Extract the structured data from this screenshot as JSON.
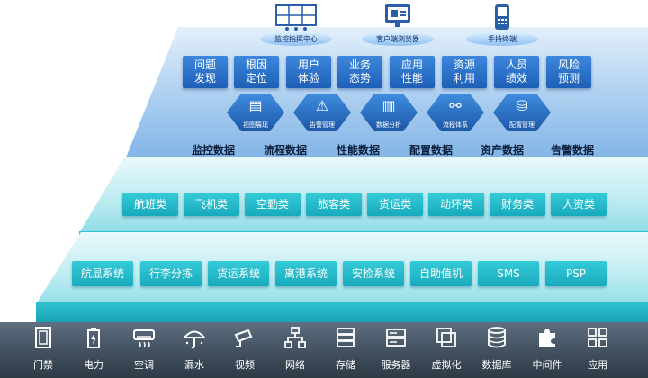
{
  "top_apps": [
    {
      "label": "监控指挥中心",
      "icon": "monitoring-screen-icon"
    },
    {
      "label": "客户端浏览器",
      "icon": "browser-monitor-icon"
    },
    {
      "label": "手持终端",
      "icon": "handheld-terminal-icon"
    }
  ],
  "capabilities": [
    "问题\n发现",
    "根因\n定位",
    "用户\n体验",
    "业务\n态势",
    "应用\n性能",
    "资源\n利用",
    "人员\n绩效",
    "风险\n预测"
  ],
  "modules": [
    {
      "label": "视图展现",
      "icon": "view-display-icon"
    },
    {
      "label": "告警管理",
      "icon": "alert-management-icon"
    },
    {
      "label": "数据分析",
      "icon": "data-analysis-icon"
    },
    {
      "label": "流程体系",
      "icon": "process-system-icon"
    },
    {
      "label": "配置管理",
      "icon": "config-management-icon"
    }
  ],
  "data_sources": [
    "监控数据",
    "流程数据",
    "性能数据",
    "配置数据",
    "资产数据",
    "告警数据"
  ],
  "business_categories": [
    "航班类",
    "飞机类",
    "空勤类",
    "旅客类",
    "货运类",
    "动环类",
    "财务类",
    "人资类"
  ],
  "systems": [
    "航显系统",
    "行李分拣",
    "货运系统",
    "离港系统",
    "安检系统",
    "自助值机",
    "SMS",
    "PSP"
  ],
  "infrastructure": [
    {
      "label": "门禁",
      "icon": "door-access-icon"
    },
    {
      "label": "电力",
      "icon": "battery-power-icon"
    },
    {
      "label": "空调",
      "icon": "air-conditioner-icon"
    },
    {
      "label": "漏水",
      "icon": "water-leak-umbrella-icon"
    },
    {
      "label": "视频",
      "icon": "video-camera-icon"
    },
    {
      "label": "网络",
      "icon": "network-topology-icon"
    },
    {
      "label": "存储",
      "icon": "storage-icon"
    },
    {
      "label": "服务器",
      "icon": "server-icon"
    },
    {
      "label": "虚拟化",
      "icon": "virtualization-icon"
    },
    {
      "label": "数据库",
      "icon": "database-icon"
    },
    {
      "label": "中间件",
      "icon": "middleware-puzzle-icon"
    },
    {
      "label": "应用",
      "icon": "application-grid-icon"
    }
  ],
  "colors": {
    "top_layer": "#2f74c8",
    "teal_layer": "#1fb6c6",
    "base_layer": "#3e4c5b"
  }
}
